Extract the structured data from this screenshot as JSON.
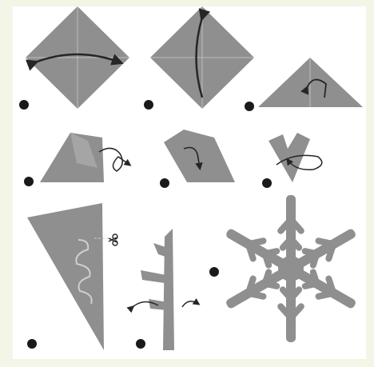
{
  "diagram": {
    "colors": {
      "background": "#f3f6e6",
      "panel": "#ffffff",
      "paper": "#8f8f8f",
      "crease": "#bdbdbd",
      "arrow": "#262626",
      "step_marker": "#1a1a1a"
    },
    "steps": [
      {
        "icon": "square-diamond-fold-horizontal"
      },
      {
        "icon": "square-diamond-fold-vertical"
      },
      {
        "icon": "triangle-fold"
      },
      {
        "icon": "fold-left-third"
      },
      {
        "icon": "fold-right-third"
      },
      {
        "icon": "folded-wedge-turn"
      },
      {
        "icon": "cut-pattern-scissors"
      },
      {
        "icon": "unfold-arrows"
      },
      {
        "icon": "finished-snowflake"
      }
    ]
  }
}
